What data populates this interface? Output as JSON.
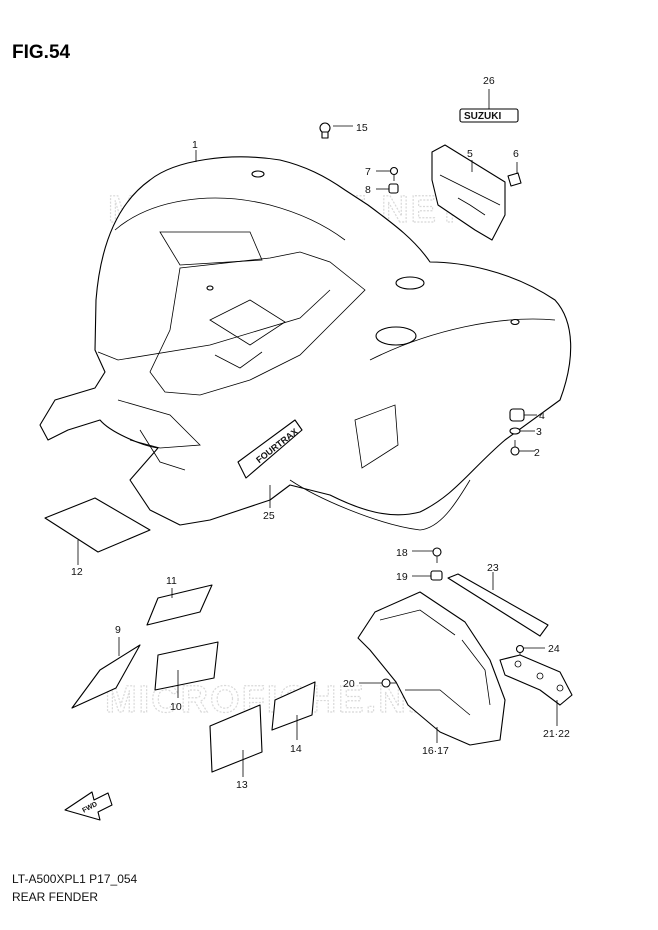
{
  "figure": {
    "title": "FIG.54",
    "model_code": "LT-A500XPL1 P17_054",
    "name": "REAR FENDER"
  },
  "watermark": "MICROFICHE.NET",
  "emblem_text": "SUZUKI",
  "decal_text": "FOURTRAX",
  "fwd_text": "FWD",
  "callouts": {
    "c1": "1",
    "c2": "2",
    "c3": "3",
    "c4": "4",
    "c5": "5",
    "c6": "6",
    "c7": "7",
    "c8": "8",
    "c9": "9",
    "c10": "10",
    "c11": "11",
    "c12": "12",
    "c13": "13",
    "c14": "14",
    "c15": "15",
    "c16": "16·17",
    "c18": "18",
    "c19": "19",
    "c20": "20",
    "c21": "21·22",
    "c23": "23",
    "c24": "24",
    "c25": "25",
    "c26": "26"
  }
}
